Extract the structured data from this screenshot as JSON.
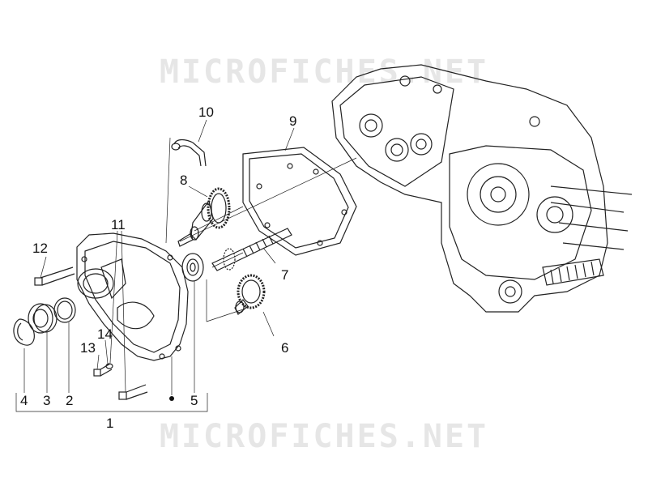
{
  "watermark": "MICROFICHES.NET",
  "parts": [
    {
      "id": "p1",
      "number": "1"
    },
    {
      "id": "p2",
      "number": "2"
    },
    {
      "id": "p3",
      "number": "3"
    },
    {
      "id": "p4",
      "number": "4"
    },
    {
      "id": "p5",
      "number": "5"
    },
    {
      "id": "p6",
      "number": "6"
    },
    {
      "id": "p7",
      "number": "7"
    },
    {
      "id": "p8",
      "number": "8"
    },
    {
      "id": "p9",
      "number": "9"
    },
    {
      "id": "p10",
      "number": "10"
    },
    {
      "id": "p11",
      "number": "11"
    },
    {
      "id": "p12",
      "number": "12"
    },
    {
      "id": "p13",
      "number": "13"
    },
    {
      "id": "p14",
      "number": "14"
    }
  ]
}
